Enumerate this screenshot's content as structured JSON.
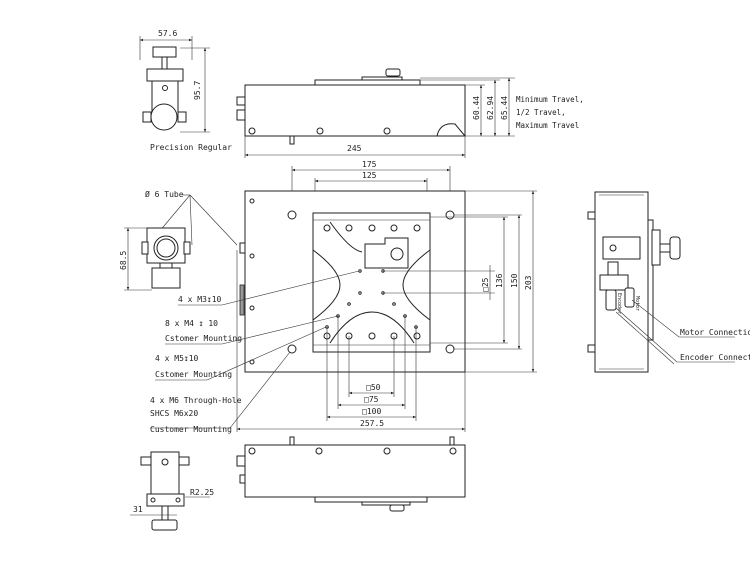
{
  "regulator_top": {
    "title": "Precision Regular",
    "width_dim": "57.6",
    "height_dim": "95.7"
  },
  "side_view_top": {
    "length_dim": "245",
    "height_dims": [
      "60.44",
      "62.94",
      "65.44"
    ],
    "travel_labels": [
      "Minimum Travel,",
      "1/2 Travel,",
      "Maximum Travel"
    ]
  },
  "top_view": {
    "width_dims": [
      "175",
      "125"
    ],
    "right_dims": [
      "□25",
      "136",
      "150",
      "203"
    ],
    "bottom_dims": [
      "□50",
      "□75",
      "□100",
      "257.5"
    ]
  },
  "tube_view": {
    "tube_label": "Ø 6 Tube",
    "height_dim": "68.5"
  },
  "callouts": {
    "m3": "4 x M3↧10",
    "m4": "8 x M4 ↧ 10",
    "m4_sub": "Cstomer Mounting",
    "m5": "4 x M5↧10",
    "m5_sub": "Cstomer Mounting",
    "m6": "4 x M6 Through-Hole",
    "m6_sub1": "SHCS M6x20",
    "m6_sub2": "Customer Mounting"
  },
  "regulator_bottom": {
    "radius_dim": "R2.25",
    "width_dim": "31"
  },
  "end_view": {
    "motor_label": "Motor Connection",
    "encoder_label": "Encoder Connection",
    "motor_tag": "Motor",
    "encoder_tag": "Encoder"
  }
}
